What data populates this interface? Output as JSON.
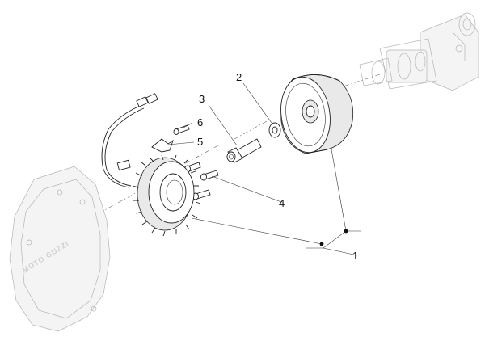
{
  "callouts": [
    {
      "id": "1",
      "label": "1"
    },
    {
      "id": "2",
      "label": "2"
    },
    {
      "id": "3",
      "label": "3"
    },
    {
      "id": "4",
      "label": "4"
    },
    {
      "id": "5",
      "label": "5"
    },
    {
      "id": "6",
      "label": "6"
    }
  ],
  "logo": "MOTO GUZZI",
  "colors": {
    "ink": "#222222",
    "ghost": "#b5b5b5",
    "background": "#ffffff"
  }
}
